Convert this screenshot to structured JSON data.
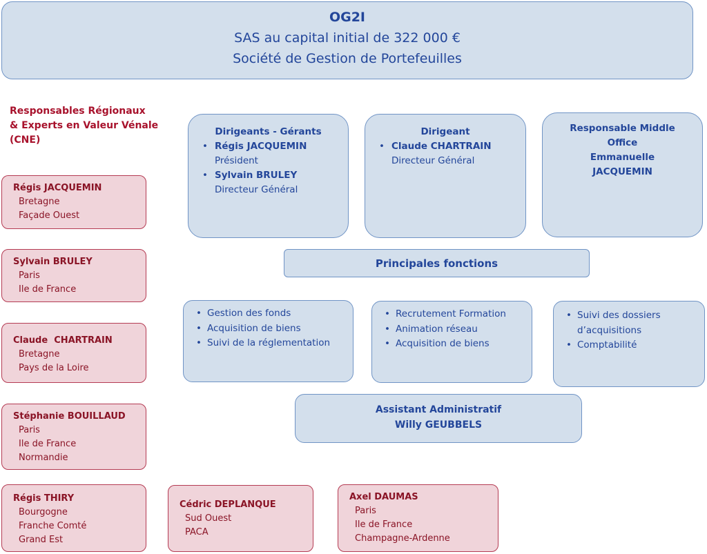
{
  "header": {
    "line1": "OG2I",
    "line2": "SAS au capital initial de 322 000 €",
    "line3": "Société de Gestion de Portefeuilles"
  },
  "regional_title": [
    "Responsables Régionaux",
    "& Experts en Valeur Vénale",
    "(CNE)"
  ],
  "regional": [
    {
      "name": "Régis JACQUEMIN",
      "areas": [
        "Bretagne",
        "Façade Ouest"
      ]
    },
    {
      "name": "Sylvain BRULEY",
      "areas": [
        "Paris",
        "Ile de France"
      ]
    },
    {
      "name": "Claude  CHARTRAIN",
      "areas": [
        "Bretagne",
        "Pays de la Loire"
      ]
    },
    {
      "name": "Stéphanie BOUILLAUD",
      "areas": [
        "Paris",
        "Ile de France",
        "Normandie"
      ]
    },
    {
      "name": "Régis THIRY",
      "areas": [
        "Bourgogne",
        "Franche Comté",
        "Grand Est"
      ]
    },
    {
      "name": "Cédric DEPLANQUE",
      "areas": [
        "Sud Ouest",
        "PACA"
      ]
    },
    {
      "name": "Axel DAUMAS",
      "areas": [
        "Paris",
        "Ile de France",
        "Champagne-Ardenne"
      ]
    }
  ],
  "management": {
    "dirigeants": {
      "title": "Dirigeants - Gérants",
      "people": [
        {
          "bullet": "•",
          "name": "Régis JACQUEMIN",
          "role": "Président"
        },
        {
          "bullet": "•",
          "name": "Sylvain BRULEY",
          "role": "Directeur Général"
        }
      ]
    },
    "dirigeant": {
      "title": "Dirigeant",
      "people": [
        {
          "bullet": "•",
          "name": "Claude CHARTRAIN",
          "role": "Directeur Général"
        }
      ]
    },
    "middle_office": {
      "lines": [
        "Responsable Middle",
        "Office",
        "Emmanuelle",
        "JACQUEMIN"
      ]
    }
  },
  "principales_fonctions": "Principales fonctions",
  "functions": [
    {
      "items": [
        "Gestion des fonds",
        "Acquisition de biens",
        "Suivi de la réglementation"
      ]
    },
    {
      "items": [
        "Recrutement Formation",
        "Animation réseau",
        "Acquisition de biens"
      ]
    },
    {
      "items": [
        "Suivi des dossiers d’acquisitions",
        "Comptabilité"
      ]
    }
  ],
  "bullet": "•",
  "assistant": {
    "title": "Assistant Administratif",
    "name": "Willy GEUBBELS"
  },
  "colors": {
    "blue_fill": "#d3dfec",
    "blue_border": "#6f93c5",
    "blue_text": "#23469a",
    "red_fill": "#f0d4da",
    "red_border": "#b43a52",
    "red_text": "#8a1426"
  }
}
